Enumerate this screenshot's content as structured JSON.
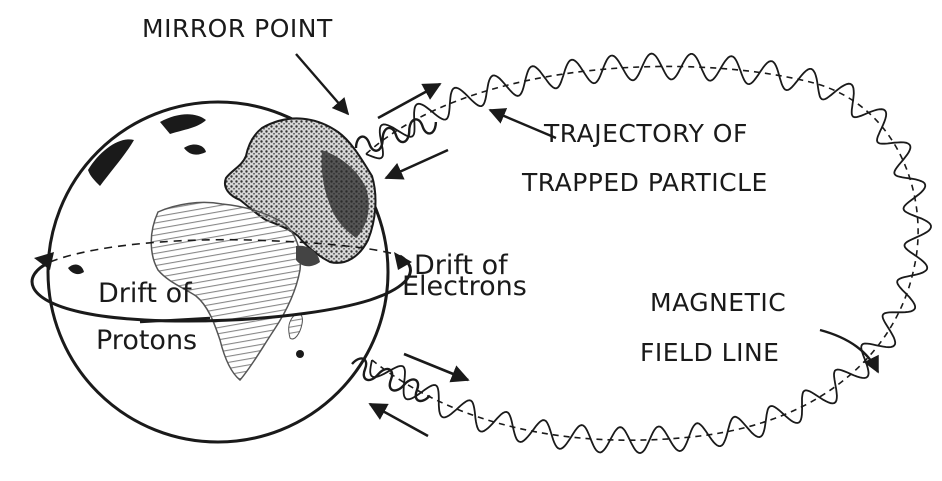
{
  "labels": {
    "mirror_point": "MIRROR POINT",
    "trajectory_line1": "TRAJECTORY OF",
    "trajectory_line2": "TRAPPED PARTICLE",
    "drift_electrons_line1": "Drift of",
    "drift_electrons_line2": "Electrons",
    "drift_protons_line1": "Drift of",
    "drift_protons_line2": "Protons",
    "magnetic_line1": "MAGNETIC",
    "magnetic_line2": "FIELD LINE"
  },
  "colors": {
    "ink": "#1a1a1a",
    "background": "#ffffff",
    "land_shade": "#9a9a9a"
  }
}
